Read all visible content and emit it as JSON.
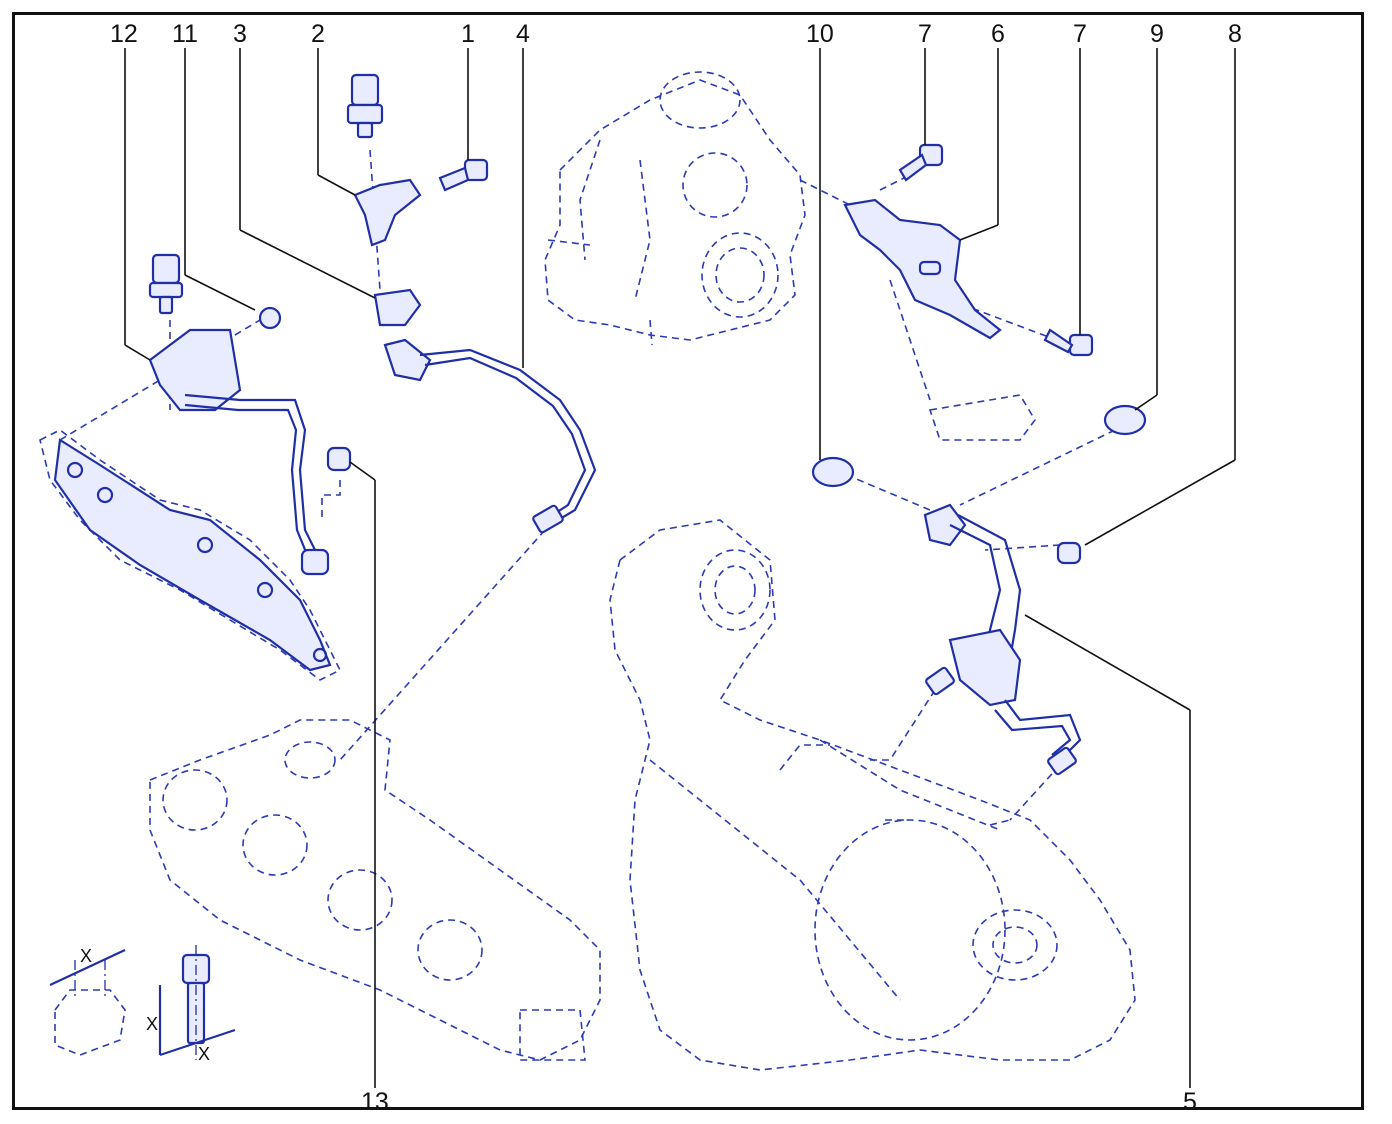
{
  "callouts": {
    "c1": "1",
    "c2": "2",
    "c3": "3",
    "c4": "4",
    "c5": "5",
    "c6": "6",
    "c7a": "7",
    "c7b": "7",
    "c8": "8",
    "c9": "9",
    "c10": "10",
    "c11": "11",
    "c12": "12",
    "c13": "13"
  },
  "legend": {
    "nut_mark": "X",
    "bolt_mark_length": "X",
    "bolt_mark_width": "X"
  },
  "colors": {
    "part_stroke": "#1f2fa8",
    "ghost_stroke": "#2a3bb5",
    "label": "#111111"
  }
}
